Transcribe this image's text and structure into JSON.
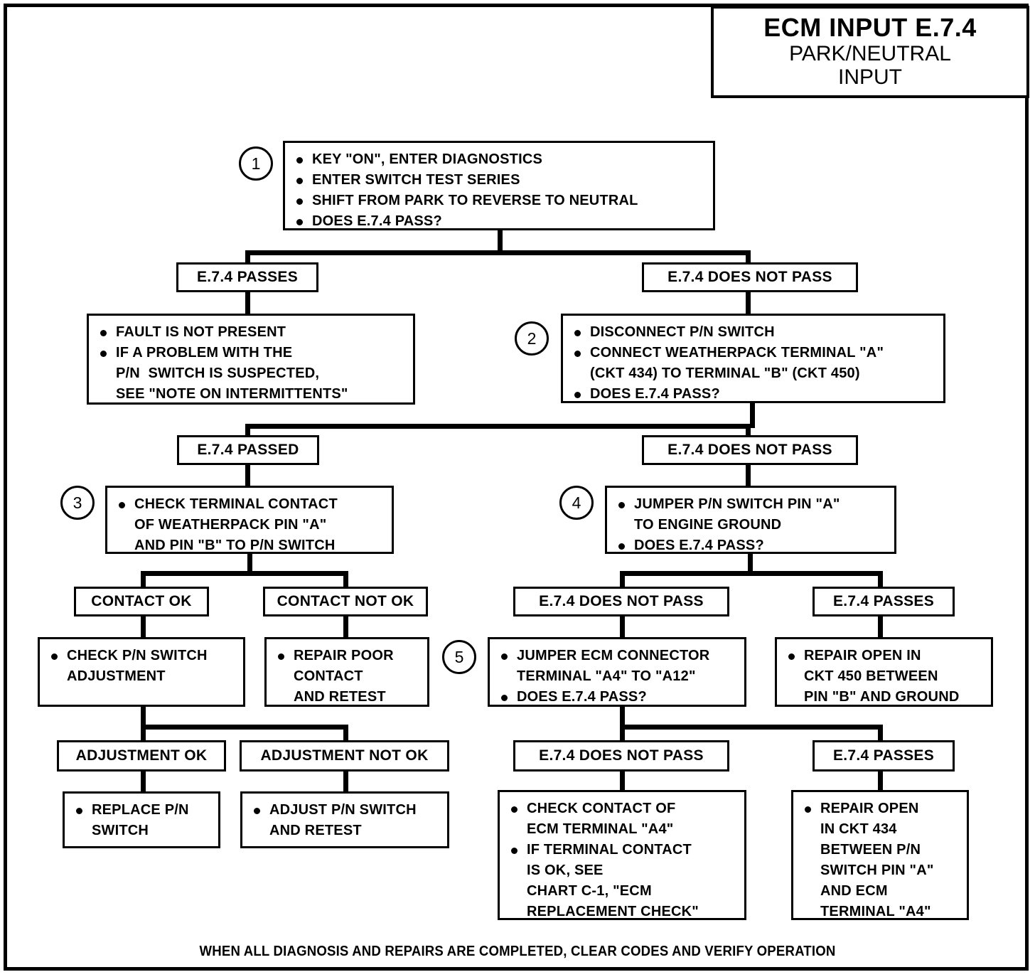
{
  "title": {
    "line1": "ECM INPUT E.7.4",
    "line2": "PARK/NEUTRAL",
    "line3": "INPUT"
  },
  "steps": {
    "s1": "1",
    "s2": "2",
    "s3": "3",
    "s4": "4",
    "s5": "5"
  },
  "nodes": {
    "step1": {
      "lines": [
        "KEY \"ON\", ENTER DIAGNOSTICS",
        "ENTER SWITCH TEST SERIES",
        "SHIFT FROM PARK TO REVERSE TO NEUTRAL",
        "DOES E.7.4 PASS?"
      ]
    },
    "passes_l1": {
      "label": "E.7.4 PASSES"
    },
    "not_pass_r1": {
      "label": "E.7.4 DOES NOT PASS"
    },
    "fault_not_present": {
      "lines": [
        "FAULT IS NOT PRESENT",
        "IF A PROBLEM WITH THE",
        "P/N  SWITCH IS SUSPECTED,",
        "SEE \"NOTE ON INTERMITTENTS\""
      ],
      "bullets": [
        true,
        true,
        false,
        false
      ]
    },
    "step2": {
      "lines": [
        "DISCONNECT P/N SWITCH",
        "CONNECT WEATHERPACK TERMINAL \"A\"",
        "(CKT 434) TO TERMINAL \"B\" (CKT 450)",
        "DOES E.7.4 PASS?"
      ],
      "bullets": [
        true,
        true,
        false,
        true
      ]
    },
    "passed_l2": {
      "label": "E.7.4 PASSED"
    },
    "not_pass_r2": {
      "label": "E.7.4 DOES NOT PASS"
    },
    "step3": {
      "lines": [
        "CHECK TERMINAL CONTACT",
        "OF WEATHERPACK PIN \"A\"",
        "AND PIN \"B\" TO P/N SWITCH"
      ],
      "bullets": [
        true,
        false,
        false
      ]
    },
    "step4": {
      "lines": [
        "JUMPER P/N SWITCH PIN \"A\"",
        "TO ENGINE GROUND",
        "DOES E.7.4 PASS?"
      ],
      "bullets": [
        true,
        false,
        true
      ]
    },
    "contact_ok": {
      "label": "CONTACT OK"
    },
    "contact_not_ok": {
      "label": "CONTACT NOT OK"
    },
    "not_pass_r3": {
      "label": "E.7.4 DOES NOT PASS"
    },
    "passes_r3": {
      "label": "E.7.4 PASSES"
    },
    "check_adjustment": {
      "lines": [
        "CHECK P/N SWITCH",
        "ADJUSTMENT"
      ],
      "bullets": [
        true,
        false
      ]
    },
    "repair_poor_contact": {
      "lines": [
        "REPAIR POOR",
        "CONTACT",
        "AND RETEST"
      ],
      "bullets": [
        true,
        false,
        false
      ]
    },
    "step5": {
      "lines": [
        "JUMPER ECM CONNECTOR",
        "TERMINAL \"A4\" TO \"A12\"",
        "DOES E.7.4 PASS?"
      ],
      "bullets": [
        true,
        false,
        true
      ]
    },
    "repair_open_450": {
      "lines": [
        "REPAIR OPEN IN",
        "CKT 450 BETWEEN",
        "PIN \"B\" AND GROUND"
      ],
      "bullets": [
        true,
        false,
        false
      ]
    },
    "adjustment_ok": {
      "label": "ADJUSTMENT OK"
    },
    "adjustment_not_ok": {
      "label": "ADJUSTMENT NOT OK"
    },
    "not_pass_r4": {
      "label": "E.7.4 DOES NOT PASS"
    },
    "passes_r4": {
      "label": "E.7.4 PASSES"
    },
    "replace_switch": {
      "lines": [
        "REPLACE P/N",
        "SWITCH"
      ],
      "bullets": [
        true,
        false
      ]
    },
    "adjust_switch": {
      "lines": [
        "ADJUST P/N SWITCH",
        "AND RETEST"
      ],
      "bullets": [
        true,
        false
      ]
    },
    "check_ecm_contact": {
      "lines": [
        "CHECK CONTACT OF",
        "ECM TERMINAL \"A4\"",
        "IF TERMINAL CONTACT",
        "IS OK, SEE",
        "CHART C-1, \"ECM",
        "REPLACEMENT CHECK\""
      ],
      "bullets": [
        true,
        false,
        true,
        false,
        false,
        false
      ]
    },
    "repair_open_434": {
      "lines": [
        "REPAIR OPEN",
        "IN CKT 434",
        "BETWEEN P/N",
        "SWITCH PIN \"A\"",
        "AND ECM",
        "TERMINAL \"A4\""
      ],
      "bullets": [
        true,
        false,
        false,
        false,
        false,
        false
      ]
    }
  },
  "footer": {
    "text": "WHEN ALL DIAGNOSIS AND REPAIRS ARE COMPLETED, CLEAR CODES AND VERIFY OPERATION"
  },
  "colors": {
    "ink": "#000000",
    "paper": "#ffffff"
  }
}
